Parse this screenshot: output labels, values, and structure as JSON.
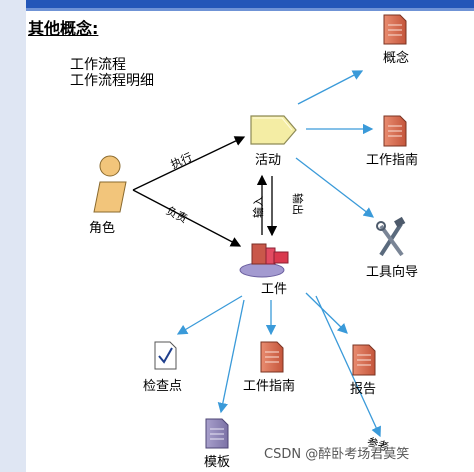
{
  "title": "其他概念:",
  "subtitle_lines": [
    "工作流程",
    "工作流程明细"
  ],
  "nodes": {
    "role": {
      "label": "角色",
      "icon": "role-person-icon"
    },
    "activity": {
      "label": "活动",
      "icon": "activity-pentagon-icon"
    },
    "artifact": {
      "label": "工件",
      "icon": "artifact-stack-icon"
    },
    "concept": {
      "label": "概念",
      "icon": "document-icon"
    },
    "guideline_top": {
      "label": "工作指南",
      "icon": "document-icon"
    },
    "tool_mentor": {
      "label": "工具向导",
      "icon": "tools-icon"
    },
    "checklist": {
      "label": "检查点",
      "icon": "checklist-icon"
    },
    "guideline_bottom": {
      "label": "工件指南",
      "icon": "document-icon"
    },
    "report": {
      "label": "报告",
      "icon": "document-icon"
    },
    "template": {
      "label": "模板",
      "icon": "template-document-icon"
    }
  },
  "edges": {
    "role_to_activity": "执行",
    "role_to_artifact": "负责",
    "input": "输入",
    "output": "输出",
    "reference": "参考"
  },
  "colors": {
    "document": "#d9694d",
    "template": "#8f86b5",
    "arrow": "#3a9ad9",
    "activity": "#f4eda4",
    "role_skin": "#f2c57b"
  },
  "watermark": "CSDN @醉卧考场君莫笑"
}
